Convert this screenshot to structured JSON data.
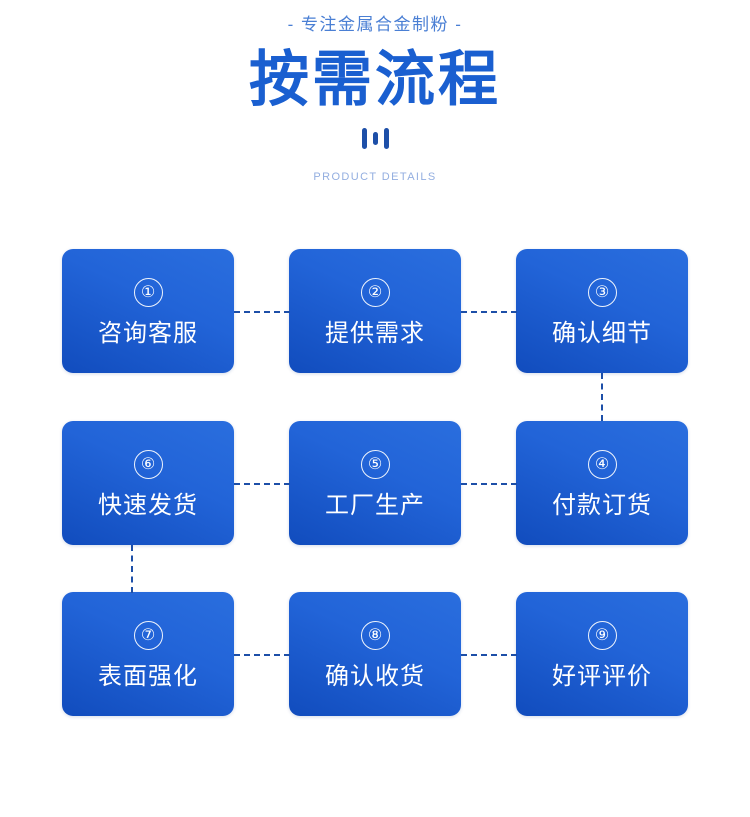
{
  "header": {
    "eyebrow": "- 专注金属合金制粉 -",
    "title": "按需流程",
    "subtitle_en": "PRODUCT DETAILS",
    "accent_color": "#1a5fd0",
    "eyebrow_color": "#4a7fd4",
    "subtitle_color": "#93aee0",
    "divider_icon": "three-vertical-bars"
  },
  "flow": {
    "connector_color": "#1d4fa8",
    "box_gradient_from": "#2a6ede",
    "box_gradient_to": "#114cbd",
    "steps": [
      {
        "number": "①",
        "label": "咨询客服"
      },
      {
        "number": "②",
        "label": "提供需求"
      },
      {
        "number": "③",
        "label": "确认细节"
      },
      {
        "number": "⑥",
        "label": "快速发货"
      },
      {
        "number": "⑤",
        "label": "工厂生产"
      },
      {
        "number": "④",
        "label": "付款订货"
      },
      {
        "number": "⑦",
        "label": "表面强化"
      },
      {
        "number": "⑧",
        "label": "确认收货"
      },
      {
        "number": "⑨",
        "label": "好评评价"
      }
    ]
  }
}
